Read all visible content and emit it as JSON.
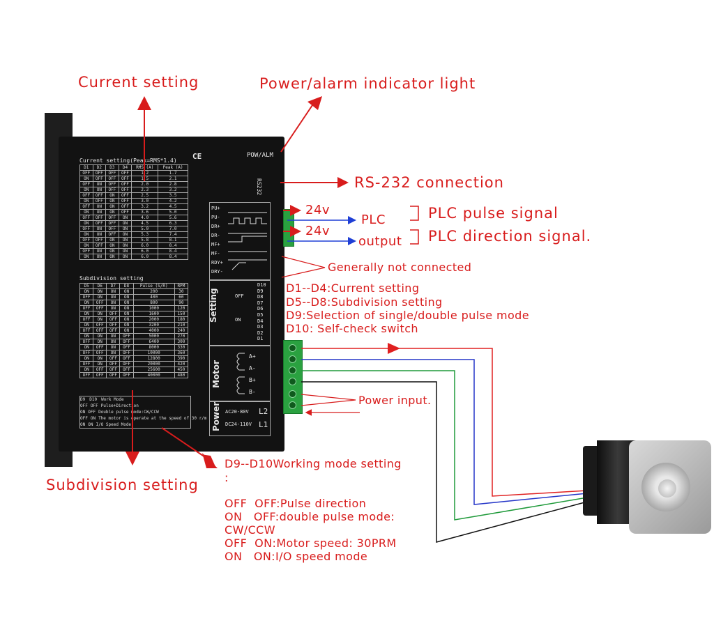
{
  "labels": {
    "current_setting": "Current setting",
    "power_alarm": "Power/alarm indicator light",
    "rs232": "RS-232 connection",
    "v24_1": "24v",
    "plc": "PLC",
    "plc_pulse": "PLC pulse signal",
    "v24_2": "24v",
    "output": "output",
    "plc_direction": "PLC direction signal.",
    "not_connected": "Generally not connected",
    "d1d4": "D1--D4:Current setting",
    "d5d8": "D5--D8:Subdivision setting",
    "d9": "D9:Selection of single/double pulse mode",
    "d10": "D10:  Self-check switch",
    "power_input": "Power input.",
    "subdivision_setting": "Subdivision setting",
    "working_mode": "D9--D10Working mode setting",
    "colon": ":",
    "mode_lines": [
      "OFF  OFF:Pulse direction",
      "ON   OFF:double pulse mode:",
      "CW/CCW",
      "OFF  ON:Motor speed: 30PRM",
      "ON   ON:I/O speed mode"
    ]
  },
  "driver": {
    "ce": "CE",
    "pow_alm": "POW/ALM",
    "rs232_port": "RS232",
    "current_title": "Current setting(Peak=RMS*1.4)",
    "current_header": [
      "D1",
      "D2",
      "D3",
      "D4",
      "RMS (A)",
      "Peak (A)"
    ],
    "current_rows": [
      [
        "OFF",
        "OFF",
        "OFF",
        "OFF",
        "1.2",
        "1.7"
      ],
      [
        "ON",
        "OFF",
        "OFF",
        "OFF",
        "1.5",
        "2.1"
      ],
      [
        "OFF",
        "ON",
        "OFF",
        "OFF",
        "2.0",
        "2.8"
      ],
      [
        "ON",
        "ON",
        "OFF",
        "OFF",
        "2.3",
        "3.2"
      ],
      [
        "OFF",
        "OFF",
        "ON",
        "OFF",
        "2.5",
        "3.5"
      ],
      [
        "ON",
        "OFF",
        "ON",
        "OFF",
        "3.0",
        "4.2"
      ],
      [
        "OFF",
        "ON",
        "ON",
        "OFF",
        "3.2",
        "4.5"
      ],
      [
        "ON",
        "ON",
        "ON",
        "OFF",
        "3.6",
        "5.0"
      ],
      [
        "OFF",
        "OFF",
        "OFF",
        "ON",
        "4.0",
        "5.6"
      ],
      [
        "ON",
        "OFF",
        "OFF",
        "ON",
        "4.5",
        "6.3"
      ],
      [
        "OFF",
        "ON",
        "OFF",
        "ON",
        "5.0",
        "7.0"
      ],
      [
        "ON",
        "ON",
        "OFF",
        "ON",
        "5.3",
        "7.4"
      ],
      [
        "OFF",
        "OFF",
        "ON",
        "ON",
        "5.8",
        "8.1"
      ],
      [
        "ON",
        "OFF",
        "ON",
        "ON",
        "6.0",
        "8.4"
      ],
      [
        "OFF",
        "ON",
        "ON",
        "ON",
        "6.0",
        "8.4"
      ],
      [
        "ON",
        "ON",
        "ON",
        "ON",
        "6.0",
        "8.4"
      ]
    ],
    "subdiv_title": "Subdivision setting",
    "subdiv_header": [
      "D5",
      "D6",
      "D7",
      "D8",
      "Pulse (S/R)",
      "RPM"
    ],
    "subdiv_rows": [
      [
        "ON",
        "ON",
        "ON",
        "ON",
        "200",
        "30"
      ],
      [
        "OFF",
        "ON",
        "ON",
        "ON",
        "400",
        "60"
      ],
      [
        "ON",
        "OFF",
        "ON",
        "ON",
        "800",
        "90"
      ],
      [
        "OFF",
        "OFF",
        "ON",
        "ON",
        "1000",
        "120"
      ],
      [
        "ON",
        "ON",
        "OFF",
        "ON",
        "1600",
        "150"
      ],
      [
        "OFF",
        "ON",
        "OFF",
        "ON",
        "2000",
        "180"
      ],
      [
        "ON",
        "OFF",
        "OFF",
        "ON",
        "3200",
        "210"
      ],
      [
        "OFF",
        "OFF",
        "OFF",
        "ON",
        "4000",
        "240"
      ],
      [
        "ON",
        "ON",
        "ON",
        "OFF",
        "5000",
        "270"
      ],
      [
        "OFF",
        "ON",
        "ON",
        "OFF",
        "6400",
        "300"
      ],
      [
        "ON",
        "OFF",
        "ON",
        "OFF",
        "8000",
        "330"
      ],
      [
        "OFF",
        "OFF",
        "ON",
        "OFF",
        "10000",
        "360"
      ],
      [
        "ON",
        "ON",
        "OFF",
        "OFF",
        "12800",
        "390"
      ],
      [
        "OFF",
        "ON",
        "OFF",
        "OFF",
        "20000",
        "420"
      ],
      [
        "ON",
        "OFF",
        "OFF",
        "OFF",
        "25600",
        "450"
      ],
      [
        "OFF",
        "OFF",
        "OFF",
        "OFF",
        "40000",
        "480"
      ]
    ],
    "mode_header": [
      "D9",
      "D10",
      "Work Mode"
    ],
    "mode_rows": [
      [
        "OFF",
        "OFF",
        "Pulse+Direction"
      ],
      [
        "ON",
        "OFF",
        "Double pulse mode:CW/CCW"
      ],
      [
        "OFF",
        "ON",
        "The motor is operate at the speed of 30 r/m"
      ],
      [
        "ON",
        "ON",
        "I/O Speed Mode"
      ]
    ],
    "signal_pins": [
      "PU+",
      "PU-",
      "DR+",
      "DR-",
      "MF+",
      "MF-",
      "RDY+",
      "DRY-"
    ],
    "setting_label": "Setting",
    "dip_labels": [
      "D10",
      "D9",
      "D8",
      "D7",
      "D6",
      "D5",
      "D4",
      "D3",
      "D2",
      "D1"
    ],
    "off": "OFF",
    "on": "ON",
    "motor_label": "Motor",
    "motor_pins": [
      "A+",
      "A-",
      "B+",
      "B-"
    ],
    "power_label": "Power",
    "power_ac": "AC20-80V",
    "power_dc": "DC24-110V",
    "l2": "L2",
    "l1": "L1"
  },
  "colors": {
    "annotation": "#d81c1c",
    "plc_wire": "#1f3fd6",
    "motor_red": "#e02020",
    "motor_blue": "#2536c8",
    "motor_green": "#1f9a3a",
    "motor_black": "#111111"
  }
}
